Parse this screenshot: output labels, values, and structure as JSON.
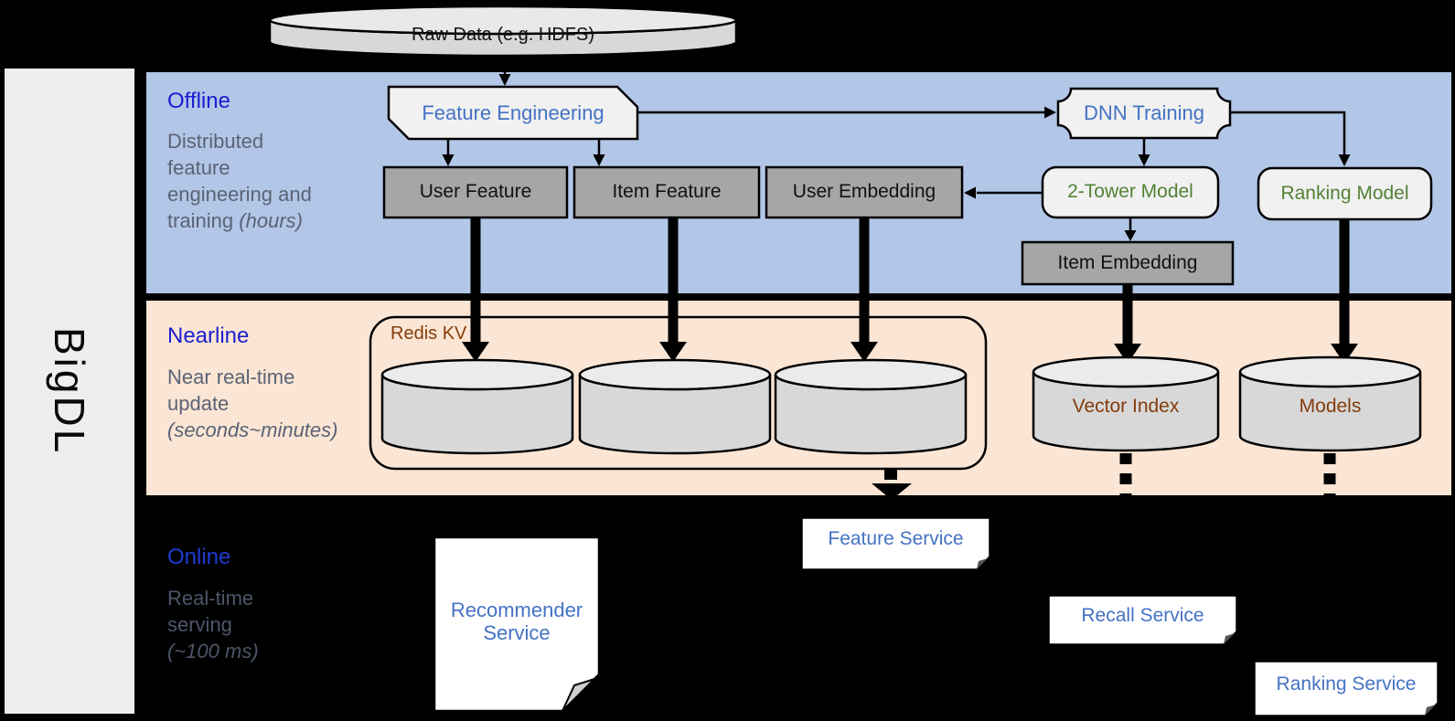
{
  "brand": "BigDL",
  "datastore_top": {
    "label": "Raw Data (e.g. HDFS)"
  },
  "sections": {
    "offline": {
      "title": "Offline",
      "desc": "Distributed feature engineering and training",
      "desc_note": "(hours)"
    },
    "nearline": {
      "title": "Nearline",
      "desc": "Near real-time update",
      "desc_note": "(seconds~minutes)"
    },
    "online": {
      "title": "Online",
      "desc": "Real-time serving",
      "desc_note": "(~100 ms)"
    }
  },
  "offline_nodes": {
    "feature_engineering": "Feature Engineering",
    "user_feature": "User Feature",
    "item_feature": "Item Feature",
    "user_embedding": "User Embedding",
    "dnn_training": "DNN Training",
    "two_tower_model": "2-Tower Model",
    "ranking_model": "Ranking Model",
    "item_embedding": "Item Embedding"
  },
  "nearline_nodes": {
    "redis_kv": "Redis KV",
    "vector_index": "Vector Index",
    "models": "Models"
  },
  "online_nodes": {
    "recommender_service": "Recommender Service",
    "feature_service": "Feature Service",
    "recall_service": "Recall Service",
    "ranking_service": "Ranking Service"
  },
  "colors": {
    "offline_band": "#b2c6e7",
    "nearline_band": "#fbe5d4",
    "online_background": "#000000",
    "section_title_blue": "#1a1ed0",
    "online_title_blue": "#1e3bd4",
    "section_desc_gray": "#5a6375",
    "node_label_blue": "#4472c4",
    "model_label_green": "#538135",
    "storage_label_brown": "#843c0c",
    "gray_box_fill": "#a6a6a6",
    "light_box_fill": "#f1f1f1",
    "cylinder_fill": "#d8d8d8",
    "sidebar_fill": "#eeeeee"
  }
}
